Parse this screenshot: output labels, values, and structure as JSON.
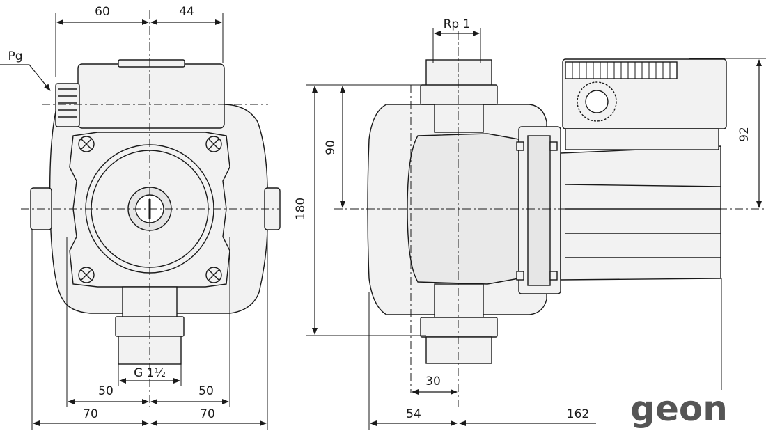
{
  "labels": {
    "pg": "Pg",
    "front_width_left": "60",
    "front_width_right": "44",
    "front_inner_left": "50",
    "front_inner_right": "50",
    "front_outer_left": "70",
    "front_outer_right": "70",
    "front_thread": "G 1½",
    "side_thread": "Rp 1",
    "height_total": "180",
    "height_half": "90",
    "height_box": "92",
    "side_small": "30",
    "side_left": "54",
    "side_right": "162"
  },
  "brand": {
    "logo": "geon"
  },
  "colors": {
    "line": "#1a1a1a",
    "fill": "#f2f2f2",
    "logo": "#555555"
  }
}
